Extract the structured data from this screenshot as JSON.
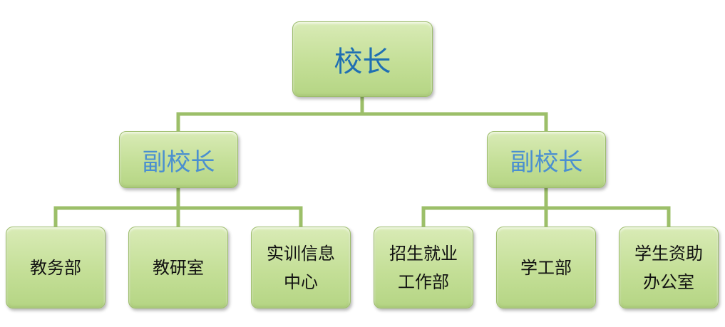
{
  "chart": {
    "root": {
      "label": "校长"
    },
    "vice_left": {
      "label": "副校长"
    },
    "vice_right": {
      "label": "副校长"
    },
    "left_departments": [
      {
        "label": "教务部"
      },
      {
        "label": "教研室"
      },
      {
        "label": "实训信息\n中心"
      }
    ],
    "right_departments": [
      {
        "label": "招生就业\n工作部"
      },
      {
        "label": "学工部"
      },
      {
        "label": "学生资助\n办公室"
      }
    ]
  },
  "colors": {
    "node_fill": "#c4df97",
    "node_border": "#9dbd6c",
    "connector": "#9cbf69",
    "root_text": "#1f6fb3",
    "vice_text": "#4a8fd0",
    "leaf_text": "#111111"
  }
}
